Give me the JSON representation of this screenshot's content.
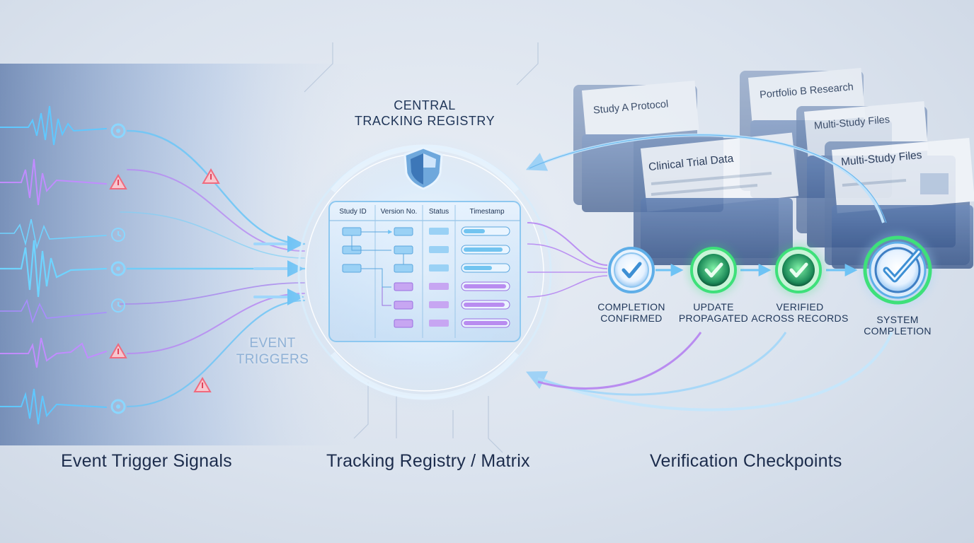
{
  "headings": {
    "left": "Event Trigger Signals",
    "center": "Tracking Registry / Matrix",
    "right": "Verification Checkpoints"
  },
  "registry": {
    "title_line1": "CENTRAL",
    "title_line2": "TRACKING REGISTRY",
    "columns": [
      "Study ID",
      "Version No.",
      "Status",
      "Timestamp"
    ]
  },
  "event_triggers": {
    "line1": "EVENT",
    "line2": "TRIGGERS"
  },
  "files": [
    "Study A Protocol",
    "Portfolio B Research",
    "Multi-Study Files",
    "Clinical Trial Data",
    "Multi-Study Files"
  ],
  "checkpoints": [
    {
      "line1": "COMPLETION",
      "line2": "CONFIRMED"
    },
    {
      "line1": "UPDATE",
      "line2": "PROPAGATED"
    },
    {
      "line1": "VERIFIED",
      "line2": "ACROSS RECORDS"
    },
    {
      "line1": "SYSTEM",
      "line2": "COMPLETION"
    }
  ],
  "colors": {
    "accent_blue": "#4fb4f2",
    "accent_purple": "#b07ef0",
    "check_green": "#3ee07a",
    "warning_red": "#f26a7a"
  },
  "icons": [
    "gear-icon",
    "warning-icon",
    "clock-icon",
    "shield-icon",
    "check-icon",
    "folder-icon"
  ]
}
